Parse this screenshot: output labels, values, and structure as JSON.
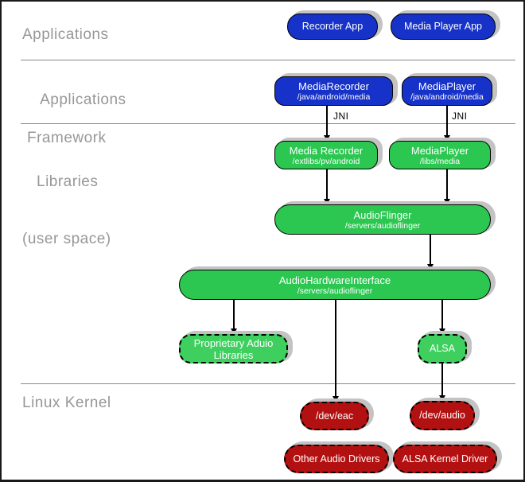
{
  "sections": {
    "applications": "Applications",
    "framework_line1": "Applications",
    "framework_line2": "Framework",
    "libraries_line1": "Libraries",
    "libraries_line2": "(user space)",
    "kernel": "Linux Kernel"
  },
  "edges": {
    "jni_label": "JNI"
  },
  "nodes": {
    "recorder_app": {
      "label": "Recorder App"
    },
    "media_player_app": {
      "label": "Media Player App"
    },
    "media_recorder_framework": {
      "label": "MediaRecorder",
      "path": "/java/android/media"
    },
    "media_player_framework": {
      "label": "MediaPlayer",
      "path": "/java/android/media"
    },
    "media_recorder_lib": {
      "label": "Media Recorder",
      "path": "/extlibs/pv/android"
    },
    "media_player_lib": {
      "label": "MediaPlayer",
      "path": "/libs/media"
    },
    "audio_flinger": {
      "label": "AudioFlinger",
      "path": "/servers/audioflinger"
    },
    "audio_hardware_interface": {
      "label": "AudioHardwareInterface",
      "path": "/servers/audioflinger"
    },
    "proprietary_audio_libraries": {
      "label_line1": "Proprietary Aduio",
      "label_line2": "Libraries"
    },
    "alsa": {
      "label": "ALSA"
    },
    "dev_eac": {
      "label": "/dev/eac"
    },
    "dev_audio": {
      "label": "/dev/audio"
    },
    "other_audio_drivers": {
      "label": "Other Audio Drivers"
    },
    "alsa_kernel_driver": {
      "label": "ALSA Kernel Driver"
    }
  },
  "colors": {
    "app_blue": "#1632c8",
    "lib_green": "#2cc751",
    "lib_green_light": "#3ecf5f",
    "kernel_red": "#b31111",
    "shadow_gray": "#c3c3c3",
    "label_gray": "#979797",
    "divider_gray": "#8a8a8a"
  }
}
